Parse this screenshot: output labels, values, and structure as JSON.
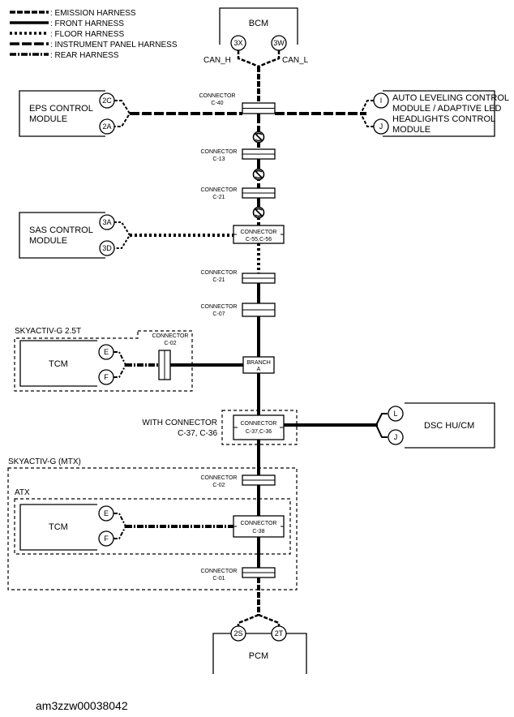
{
  "legend": [
    {
      "label": ": EMISSION HARNESS",
      "style": "emission"
    },
    {
      "label": ": FRONT HARNESS",
      "style": "front"
    },
    {
      "label": ": FLOOR HARNESS",
      "style": "floor"
    },
    {
      "label": ": INSTRUMENT PANEL HARNESS",
      "style": "instrument"
    },
    {
      "label": ": REAR HARNESS",
      "style": "rear"
    }
  ],
  "modules": {
    "bcm": {
      "name": "BCM",
      "pins": [
        "3X",
        "3W"
      ],
      "signals": [
        "CAN_H",
        "CAN_L"
      ]
    },
    "eps": {
      "lines": [
        "EPS CONTROL",
        "MODULE"
      ],
      "pins": [
        "2C",
        "2A"
      ]
    },
    "auto_leveling": {
      "lines": [
        "AUTO LEVELING CONTROL",
        "MODULE / ADAPTIVE LED",
        "HEADLIGHTS CONTROL",
        "MODULE"
      ],
      "pins": [
        "I",
        "J"
      ]
    },
    "sas": {
      "lines": [
        "SAS CONTROL",
        "MODULE"
      ],
      "pins": [
        "3A",
        "3D"
      ]
    },
    "tcm_25t": {
      "name": "TCM",
      "pins": [
        "E",
        "F"
      ]
    },
    "dsc": {
      "name": "DSC HU/CM",
      "pins": [
        "L",
        "J"
      ]
    },
    "tcm_atx": {
      "name": "TCM",
      "pins": [
        "E",
        "F"
      ]
    },
    "pcm": {
      "name": "PCM",
      "pins": [
        "2S",
        "2T"
      ]
    }
  },
  "connectors": [
    {
      "id": "c40",
      "lines": [
        "CONNECTOR",
        "C-40"
      ]
    },
    {
      "id": "c13",
      "lines": [
        "CONNECTOR",
        "C-13"
      ]
    },
    {
      "id": "c21a",
      "lines": [
        "CONNECTOR",
        "C-21"
      ]
    },
    {
      "id": "c5556",
      "lines": [
        "CONNECTOR",
        "C-55,C-56"
      ]
    },
    {
      "id": "c21b",
      "lines": [
        "CONNECTOR",
        "C-21"
      ]
    },
    {
      "id": "c07",
      "lines": [
        "CONNECTOR",
        "C-07"
      ]
    },
    {
      "id": "c02a",
      "lines": [
        "CONNECTOR",
        "C-02"
      ]
    },
    {
      "id": "branch",
      "lines": [
        "BRANCH",
        "A"
      ]
    },
    {
      "id": "c3736",
      "lines": [
        "CONNECTOR",
        "C-37,C-36"
      ]
    },
    {
      "id": "c02b",
      "lines": [
        "CONNECTOR",
        "C-02"
      ]
    },
    {
      "id": "c38",
      "lines": [
        "CONNECTOR",
        "C-38"
      ]
    },
    {
      "id": "c01",
      "lines": [
        "CONNECTOR",
        "C-01"
      ]
    }
  ],
  "groups": {
    "skyactiv_25t": "SKYACTIV-G 2.5T",
    "with_connector": [
      "WITH CONNECTOR",
      "C-37, C-36"
    ],
    "skyactiv_mtx": "SKYACTIV-G (MTX)",
    "atx": "ATX"
  },
  "figure_id": "am3zzw00038042"
}
